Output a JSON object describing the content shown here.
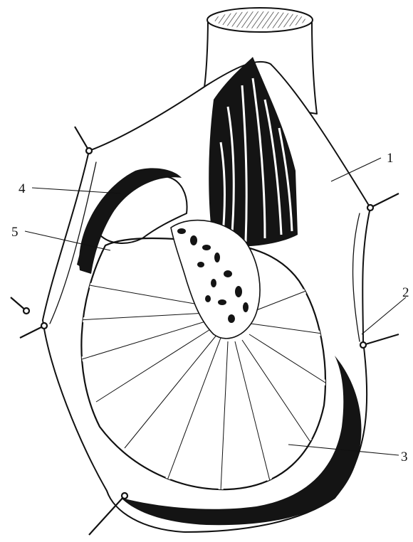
{
  "labels": [
    {
      "id": "1",
      "text": "1"
    },
    {
      "id": "2",
      "text": "2"
    },
    {
      "id": "3",
      "text": "3"
    },
    {
      "id": "4",
      "text": "4"
    },
    {
      "id": "5",
      "text": "5"
    }
  ],
  "colors": {
    "ink": "#111111",
    "paper": "#ffffff",
    "fill_dark": "#141414"
  }
}
